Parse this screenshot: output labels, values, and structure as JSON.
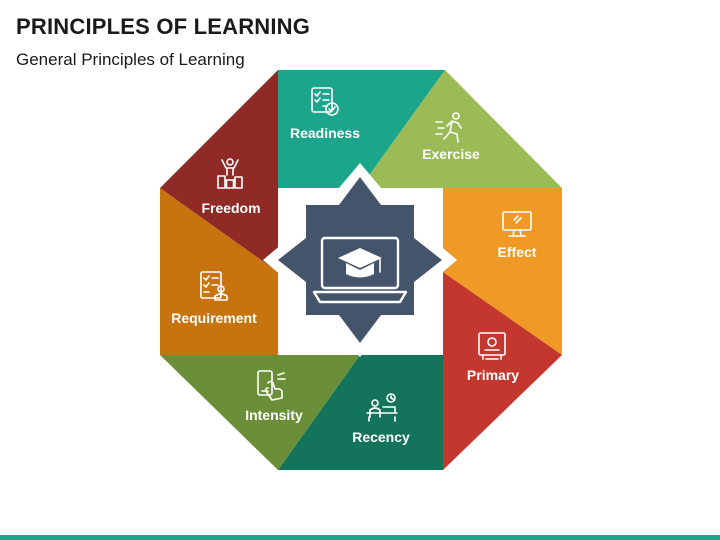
{
  "title": "PRINCIPLES OF LEARNING",
  "subtitle": "General Principles of Learning",
  "center_icon": "laptop-graduation-cap-icon",
  "segments": [
    {
      "label": "Readiness",
      "color": "#1ba58a",
      "icon": "checklist-icon"
    },
    {
      "label": "Exercise",
      "color": "#9abb55",
      "icon": "running-person-icon"
    },
    {
      "label": "Effect",
      "color": "#ef9a26",
      "icon": "monitor-icon"
    },
    {
      "label": "Primary",
      "color": "#c4372e",
      "icon": "certificate-icon"
    },
    {
      "label": "Recency",
      "color": "#13735b",
      "icon": "person-at-desk-icon"
    },
    {
      "label": "Intensity",
      "color": "#6b8f38",
      "icon": "phone-touch-icon"
    },
    {
      "label": "Requirement",
      "color": "#c7740e",
      "icon": "document-user-icon"
    },
    {
      "label": "Freedom",
      "color": "#8f2a26",
      "icon": "person-cheering-icon"
    }
  ],
  "center_color": "#44546a",
  "accent_color": "#17a58c"
}
